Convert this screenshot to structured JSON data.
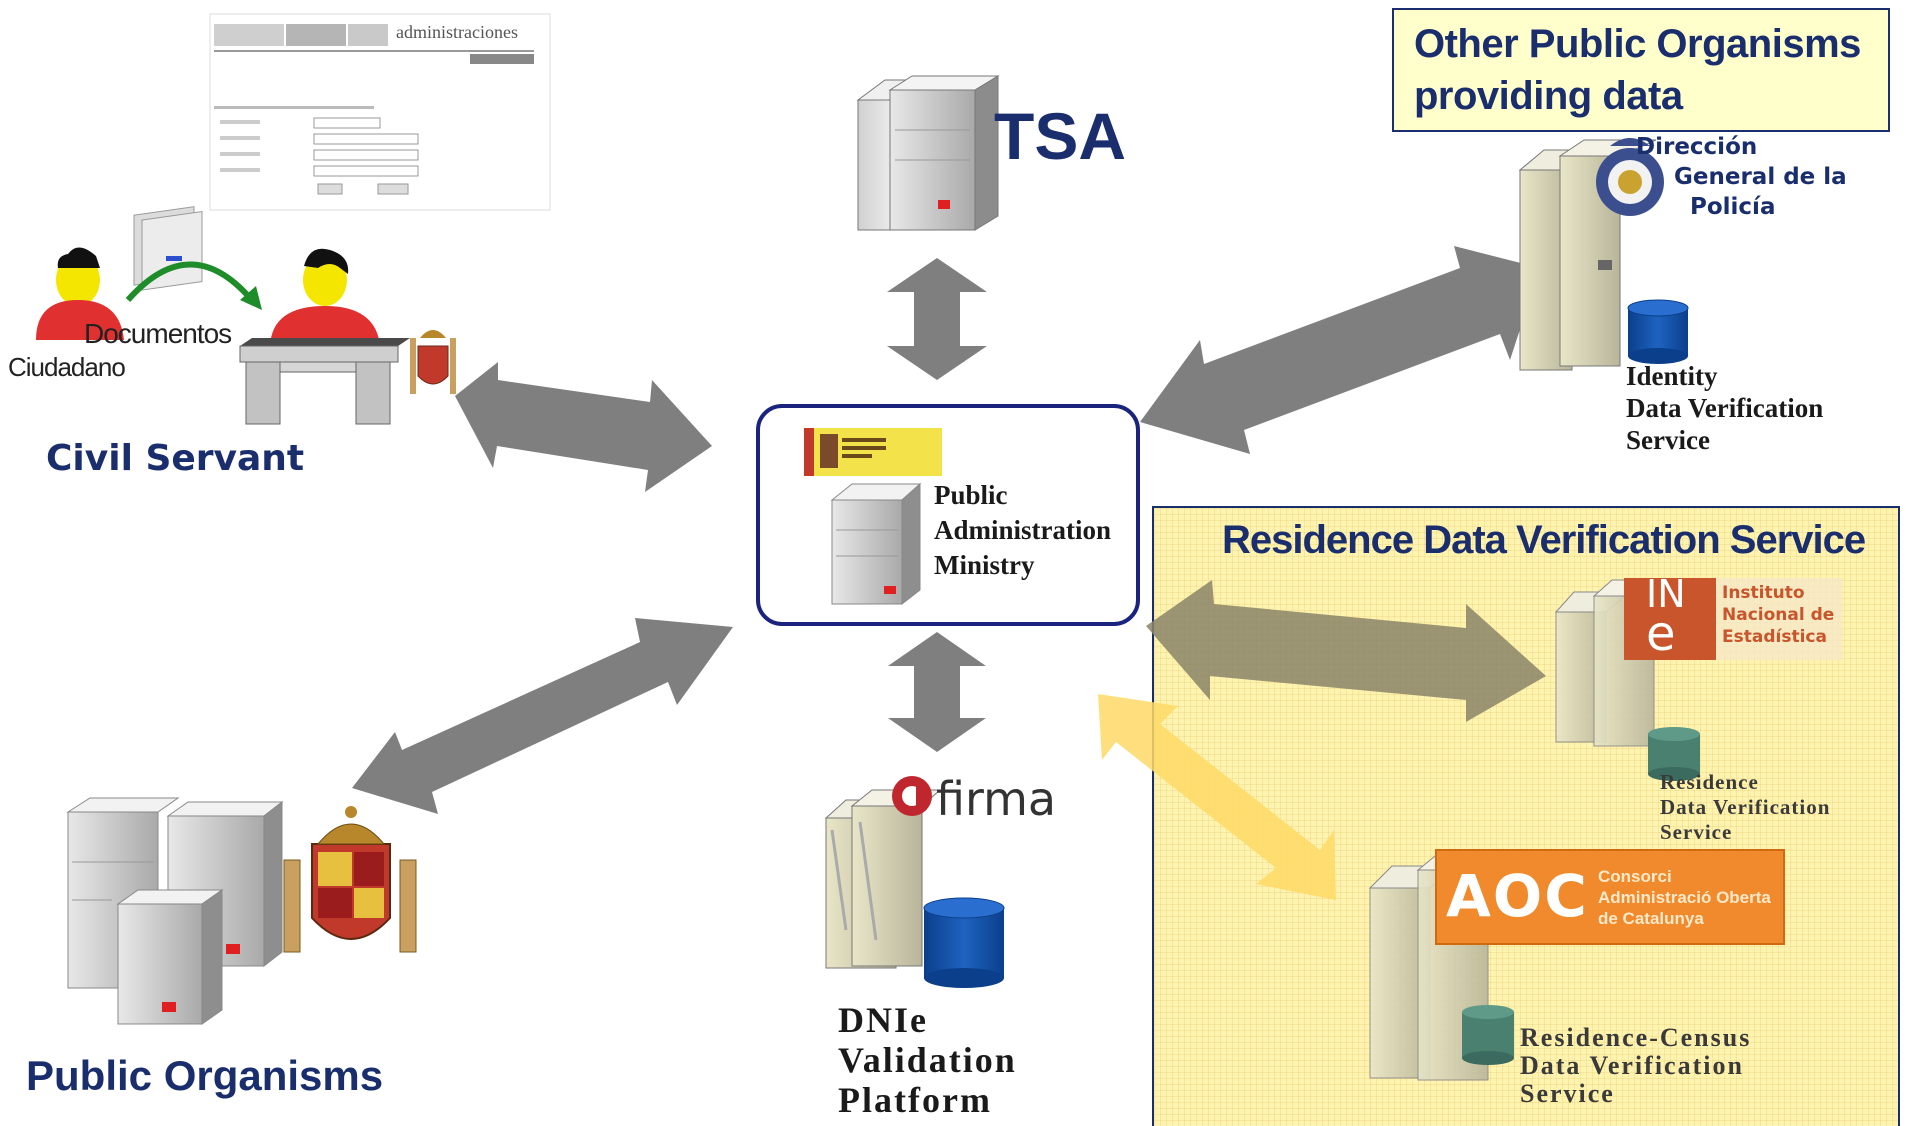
{
  "nodes": {
    "tsa": {
      "label": "TSA"
    },
    "ministry": {
      "label_lines": [
        "Public",
        "Administration",
        "Ministry"
      ]
    },
    "citizen": {
      "documents_label": "Documentos",
      "citizen_label": "Ciudadano"
    },
    "civil_servant": {
      "label": "Civil Servant"
    },
    "public_organisms": {
      "label": "Public Organisms"
    },
    "afirma": {
      "logo_text": "firma",
      "label_lines": [
        "DNIe",
        "Validation",
        "Platform"
      ]
    },
    "other_public": {
      "title_lines": [
        "Other Public Organisms",
        "providing data"
      ],
      "policia_lines": [
        "Dirección",
        "General de la",
        "Policía"
      ],
      "service_lines": [
        "Identity",
        "Data Verification",
        "Service"
      ]
    },
    "residence": {
      "title": "Residence Data Verification Service",
      "ine_logo": [
        "IN",
        "e"
      ],
      "ine_lines": [
        "Instituto",
        "Nacional de",
        "Estadística"
      ],
      "ine_service_lines": [
        "Residence",
        "Data Verification",
        "Service"
      ],
      "aoc_logo": "AOC",
      "aoc_lines": [
        "Consorci",
        "Administració Oberta",
        "de Catalunya"
      ],
      "aoc_service_lines": [
        "Residence-Census",
        "Data Verification",
        "Service"
      ]
    },
    "web_form": {
      "title": "administraciones"
    }
  },
  "colors": {
    "arrow_gray": "#7f7f7f",
    "arrow_yellow": "#ffe08a",
    "title_blue": "#1a2e6e",
    "ministry_border": "#1a237e",
    "residence_bg": "#fff3b0",
    "other_public_bg": "#ffffcc",
    "person_red": "#e03030",
    "person_head": "#f5e600",
    "ine_orange": "#c8552b",
    "aoc_orange": "#f08a2c"
  },
  "icons": [
    "server-icon",
    "database-icon",
    "person-icon",
    "desk-icon",
    "coat-of-arms-icon",
    "police-badge-icon"
  ]
}
